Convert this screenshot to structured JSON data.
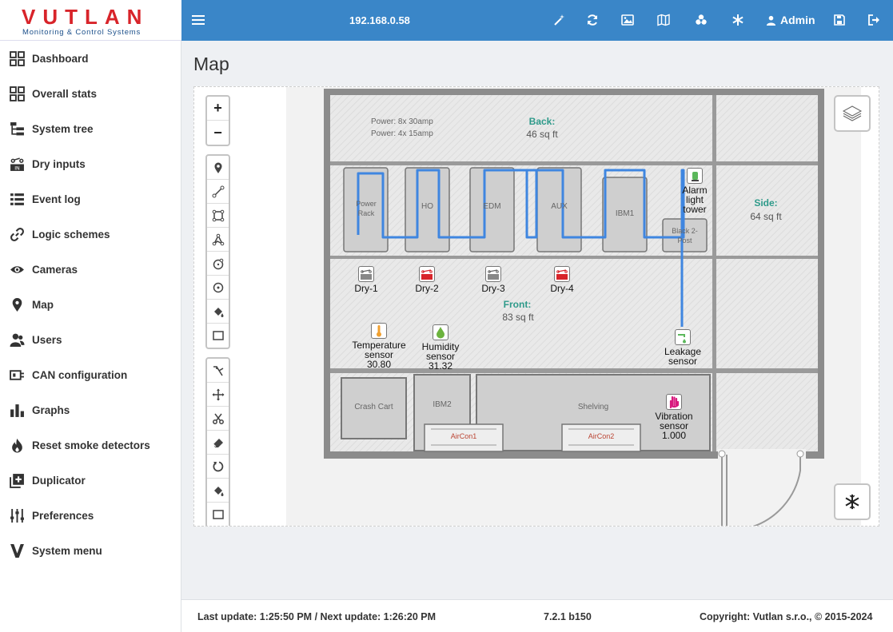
{
  "brand": {
    "name": "VUTLAN",
    "tagline": "Monitoring & Control Systems",
    "color": "#d8242a"
  },
  "header": {
    "host": "192.168.0.58",
    "user": "Admin",
    "accent": "#3a86c8",
    "icons": [
      "magic-wand-icon",
      "refresh-icon",
      "image-icon",
      "map-icon",
      "biohazard-icon",
      "snowflake-icon",
      "user-icon",
      "save-icon",
      "logout-icon"
    ]
  },
  "sidebar": {
    "items": [
      {
        "label": "Dashboard",
        "icon": "grid-icon"
      },
      {
        "label": "Overall stats",
        "icon": "grid-icon"
      },
      {
        "label": "System tree",
        "icon": "tree-icon"
      },
      {
        "label": "Dry inputs",
        "icon": "dry-input-icon"
      },
      {
        "label": "Event log",
        "icon": "list-icon"
      },
      {
        "label": "Logic schemes",
        "icon": "link-icon"
      },
      {
        "label": "Cameras",
        "icon": "eye-icon"
      },
      {
        "label": "Map",
        "icon": "map-marker-icon"
      },
      {
        "label": "Users",
        "icon": "users-icon"
      },
      {
        "label": "CAN configuration",
        "icon": "can-icon"
      },
      {
        "label": "Graphs",
        "icon": "bar-chart-icon"
      },
      {
        "label": "Reset smoke detectors",
        "icon": "fire-icon"
      },
      {
        "label": "Duplicator",
        "icon": "duplicate-icon"
      },
      {
        "label": "Preferences",
        "icon": "sliders-icon"
      },
      {
        "label": "System menu",
        "icon": "v-icon"
      }
    ]
  },
  "main": {
    "title": "Map"
  },
  "map": {
    "zones": {
      "back": {
        "title": "Back:",
        "area": "46 sq ft",
        "power1": "Power: 8x 30amp",
        "power2": "Power: 4x 15amp"
      },
      "side": {
        "title": "Side:",
        "area": "64 sq ft"
      },
      "front": {
        "title": "Front:",
        "area": "83 sq ft"
      }
    },
    "racks": [
      "Power Rack",
      "HO",
      "EDM",
      "AUX",
      "IBM1",
      "Black 2-Post",
      "Crash Cart",
      "IBM2",
      "Shelving",
      "AirCon1",
      "AirCon2"
    ],
    "sensors": {
      "dry1": "Dry-1",
      "dry2": "Dry-2",
      "dry3": "Dry-3",
      "dry4": "Dry-4",
      "alarm_l1": "Alarm",
      "alarm_l2": "light",
      "alarm_l3": "tower",
      "temp_l1": "Temperature",
      "temp_l2": "sensor",
      "temp_value": "30.80",
      "hum_l1": "Humidity",
      "hum_l2": "sensor",
      "hum_value": "31.32",
      "leak_l1": "Leakage",
      "leak_l2": "sensor",
      "vib_l1": "Vibration",
      "vib_l2": "sensor",
      "vib_value": "1.000"
    },
    "controls": {
      "zoom_in": "+",
      "zoom_out": "−"
    }
  },
  "footer": {
    "update": "Last update: 1:25:50 PM / Next update: 1:26:20 PM",
    "version": "7.2.1 b150",
    "copyright": "Copyright: Vutlan s.r.o., © 2015-2024"
  }
}
